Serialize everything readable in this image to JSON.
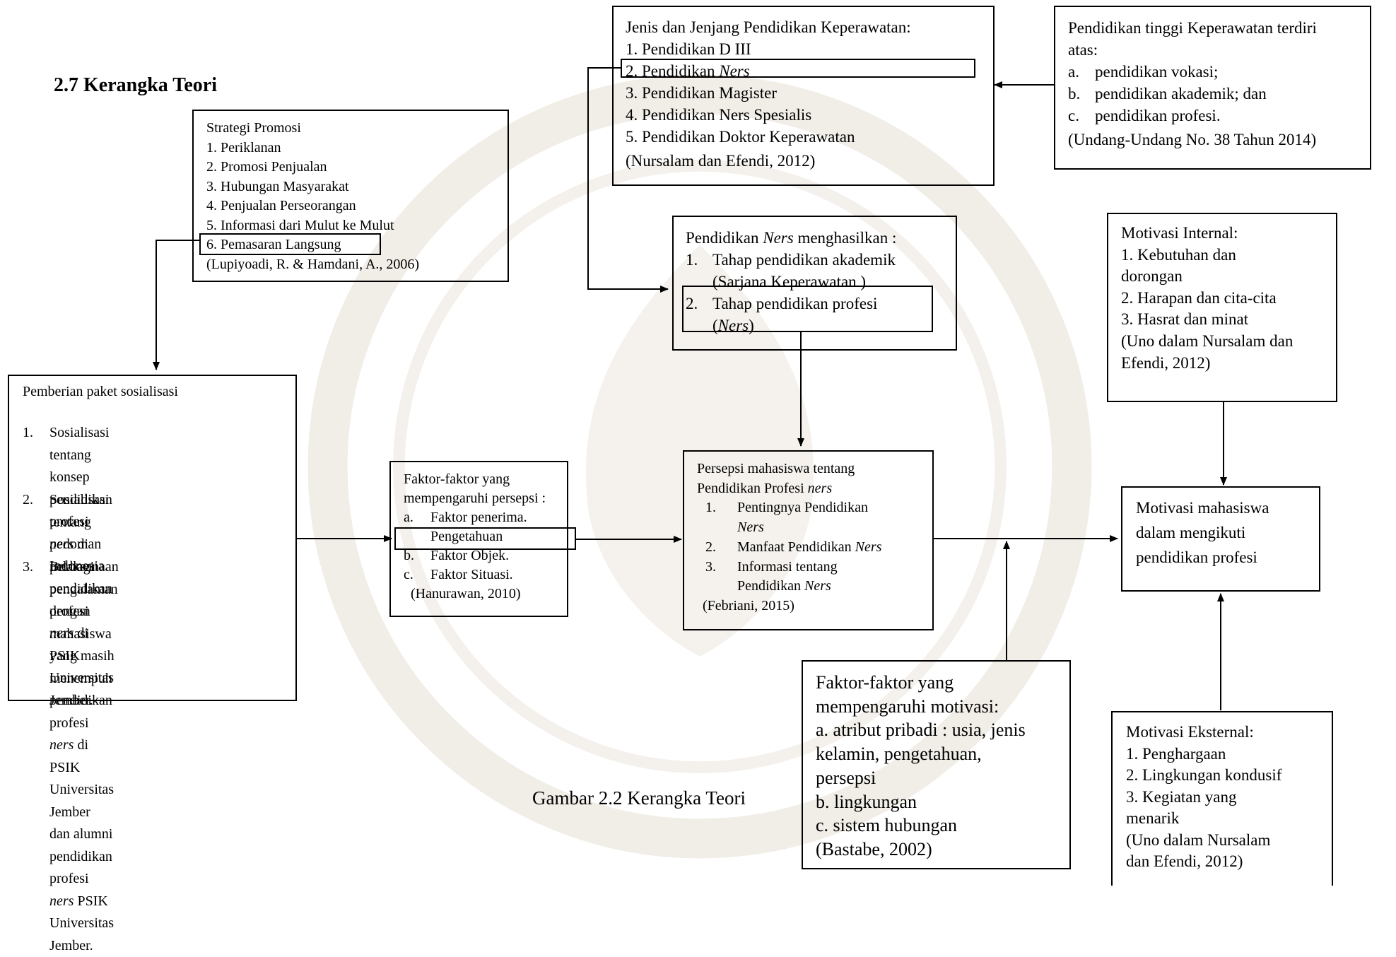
{
  "section_heading": "2.7 Kerangka Teori",
  "caption": "Gambar 2.2 Kerangka Teori",
  "strategi": {
    "title": "Strategi Promosi",
    "items": [
      "1. Periklanan",
      "2. Promosi Penjualan",
      "3. Hubungan Masyarakat",
      "4. Penjualan Perseorangan",
      "5. Informasi dari Mulut ke Mulut",
      "6. Pemasaran Langsung"
    ],
    "source": "(Lupiyoadi, R. & Hamdani, A., 2006)"
  },
  "paket": {
    "title": "Pemberian paket sosialisasi",
    "lines": [
      "1.",
      "Sosialisasi tentang konsep",
      "pendidikan profesi ",
      "ners",
      " di",
      "Indonesia.",
      "2.",
      "Sosialisasi tentang pedoman",
      "pelaksanaan pendidikan profesi",
      "ners",
      " di PSIK Universitas Jember.",
      "3.",
      "Berbagi pengalaman dengan",
      "mahasiswa yang masih",
      "menempuh pendidikan profesi",
      "ners",
      " di PSIK Universitas Jember",
      "dan alumni pendidikan profesi",
      "ners",
      " PSIK Universitas Jember."
    ]
  },
  "jenis": {
    "title": "Jenis dan Jenjang Pendidikan Keperawatan:",
    "item1": "1. Pendidikan D III",
    "item2_prefix": "2. Pendidikan ",
    "item2_ital": "Ners",
    "item3": "3. Pendidikan Magister",
    "item4": "4. Pendidikan Ners Spesialis",
    "item5": "5. Pendidikan Doktor Keperawatan",
    "source": "(Nursalam dan Efendi, 2012)"
  },
  "tinggi": {
    "line1": "Pendidikan tinggi Keperawatan terdiri",
    "line2": "atas:",
    "a_mark": "a.",
    "a": "pendidikan vokasi;",
    "b_mark": "b.",
    "b": "pendidikan akademik; dan",
    "c_mark": "c.",
    "c": "pendidikan profesi.",
    "source": "(Undang-Undang No. 38 Tahun 2014)"
  },
  "ners_hasil": {
    "title_prefix": "Pendidikan ",
    "title_ital": "Ners",
    "title_suffix": " menghasilkan :",
    "i1_mark": "1.",
    "i1": "Tahap pendidikan akademik",
    "i1b": "(Sarjana Keperawatan )",
    "i2_mark": "2.",
    "i2": "Tahap  pendidikan profesi",
    "i2b_open": "(",
    "i2b_ital": "Ners",
    "i2b_close": ")"
  },
  "motivasi_internal": {
    "title": "Motivasi Internal:",
    "lines": [
      "1. Kebutuhan dan",
      "dorongan",
      "2. Harapan dan cita-cita",
      "3. Hasrat dan minat",
      "(Uno dalam Nursalam dan",
      "Efendi, 2012)"
    ]
  },
  "persepsi_faktor": {
    "line1": "Faktor-faktor yang",
    "line2": "mempengaruhi persepsi :",
    "a_mark": "a.",
    "a": "Faktor penerima.",
    "a2": "Pengetahuan",
    "b_mark": "b.",
    "b": "Faktor Objek.",
    "c_mark": "c.",
    "c": "Faktor Situasi.",
    "source": "(Hanurawan, 2010)"
  },
  "persepsi_mhs": {
    "title1": "Persepsi mahasiswa tentang",
    "title2_prefix": "Pendidikan Profesi ",
    "title2_ital": "ners",
    "i1_mark": "1.",
    "i1": "Pentingnya  Pendidikan",
    "i1b": "Ners",
    "i2_mark": "2.",
    "i2_prefix": "Manfaat  Pendidikan ",
    "i2_ital": "Ners",
    "i3_mark": "3.",
    "i3": "Informasi tentang",
    "i3b_prefix": "Pendidikan ",
    "i3b_ital": "Ners",
    "source": "(Febriani, 2015)"
  },
  "motivasi_mhs": {
    "lines": [
      "Motivasi mahasiswa",
      "dalam mengikuti",
      "pendidikan profesi"
    ]
  },
  "motivasi_faktor": {
    "lines": [
      "Faktor-faktor yang",
      "mempengaruhi motivasi:",
      "a. atribut pribadi : usia, jenis",
      "kelamin, pengetahuan,",
      "persepsi",
      "b. lingkungan",
      "c. sistem hubungan",
      "(Bastabe, 2002)"
    ]
  },
  "motivasi_eksternal": {
    "title": "Motivasi Eksternal:",
    "lines": [
      "1. Penghargaan",
      "2. Lingkungan kondusif",
      "3. Kegiatan yang",
      "menarik",
      "(Uno dalam Nursalam",
      "dan Efendi, 2012)"
    ]
  },
  "colors": {
    "line": "#000000",
    "watermark": "#f2eee8"
  }
}
